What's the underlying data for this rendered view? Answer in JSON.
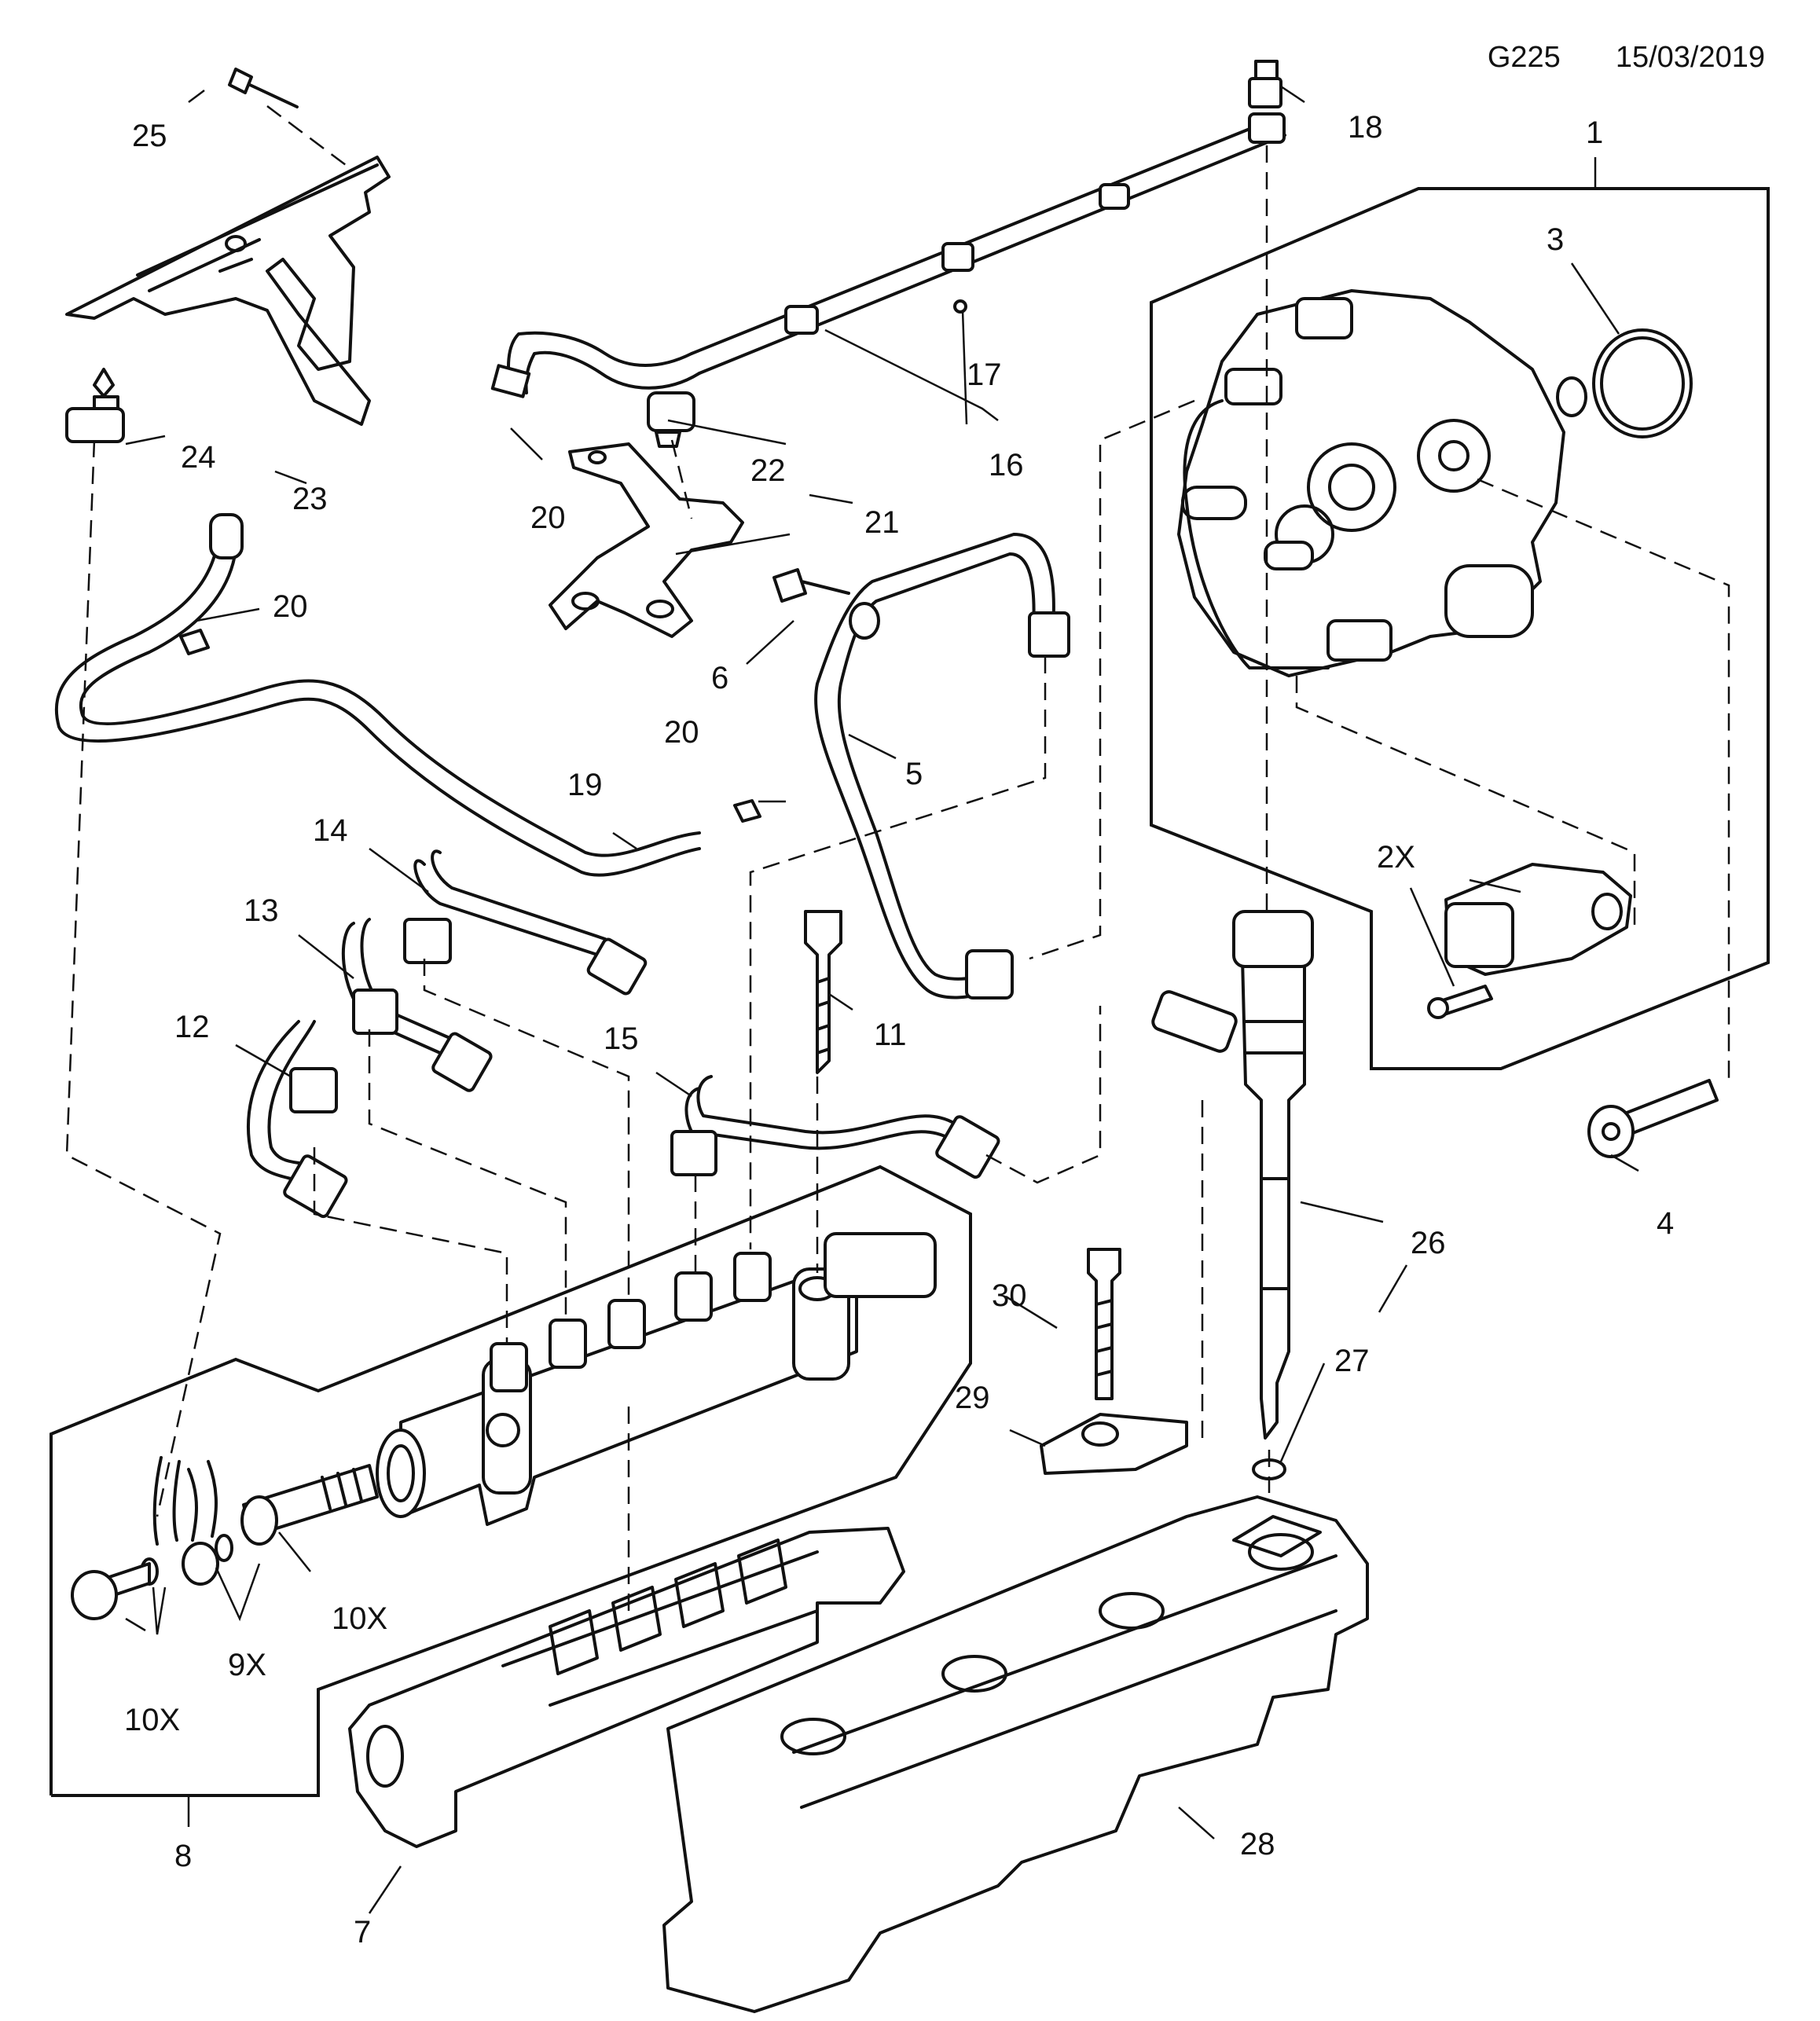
{
  "header": {
    "code": "G225",
    "date": "15/03/2019"
  },
  "callouts": {
    "c1": "1",
    "c2x": "2X",
    "c3": "3",
    "c4": "4",
    "c5": "5",
    "c6": "6",
    "c7": "7",
    "c8": "8",
    "c9x": "9X",
    "c10x_a": "10X",
    "c10x_b": "10X",
    "c11": "11",
    "c12": "12",
    "c13": "13",
    "c14": "14",
    "c15": "15",
    "c16": "16",
    "c17": "17",
    "c18": "18",
    "c19": "19",
    "c20_a": "20",
    "c20_b": "20",
    "c20_c": "20",
    "c21": "21",
    "c22": "22",
    "c23": "23",
    "c24": "24",
    "c25": "25",
    "c26": "26",
    "c27": "27",
    "c28": "28",
    "c29": "29",
    "c30": "30"
  }
}
